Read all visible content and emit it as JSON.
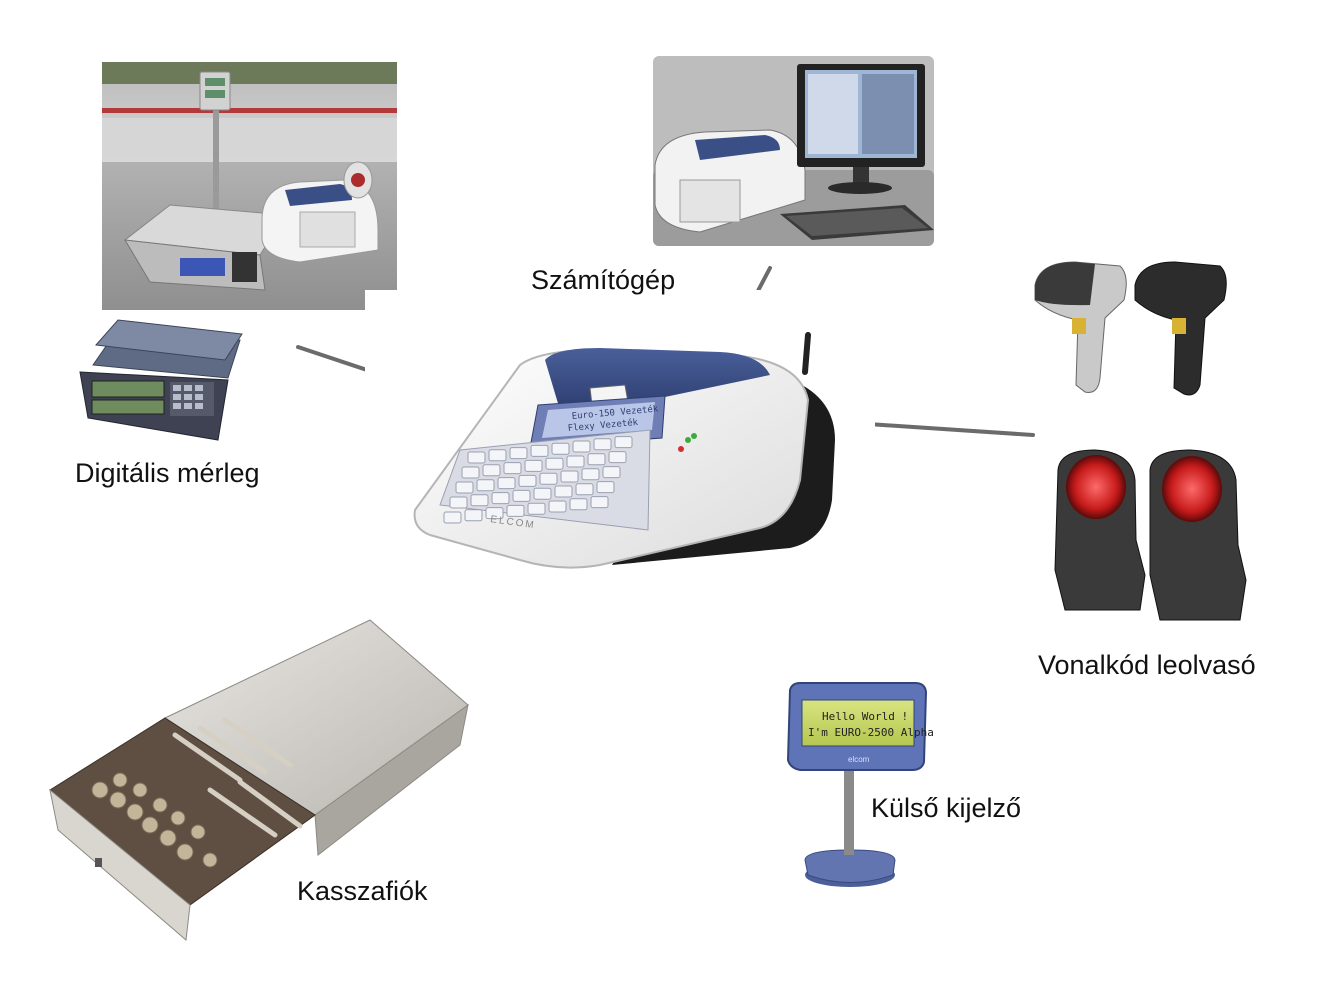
{
  "devices": {
    "computer": {
      "label": "Számítógép",
      "icon": "computer-icon"
    },
    "scale": {
      "label": "Digitális mérleg",
      "icon": "scale-icon"
    },
    "barcode": {
      "label": "Vonalkód leolvasó",
      "icon": "barcode-scanner-icon"
    },
    "drawer": {
      "label": "Kasszafiók",
      "icon": "cash-drawer-icon"
    },
    "display": {
      "label": "Külső kijelző",
      "icon": "customer-display-icon",
      "screen_line1": "Hello World !",
      "screen_line2": "I'm EURO-2500 Alpha",
      "brand": "elcom"
    }
  },
  "register": {
    "icon": "cash-register-icon",
    "brand": "ELCOM",
    "screen_line1": "Euro-150 Vezeték",
    "screen_line2": "Flexy Vezeték"
  },
  "colors": {
    "connector": "#6b6b6b",
    "register_blue": "#3a4f86",
    "register_body": "#f2f2f2",
    "register_dark": "#1c1c1c",
    "display_screen": "#c9d86a"
  }
}
